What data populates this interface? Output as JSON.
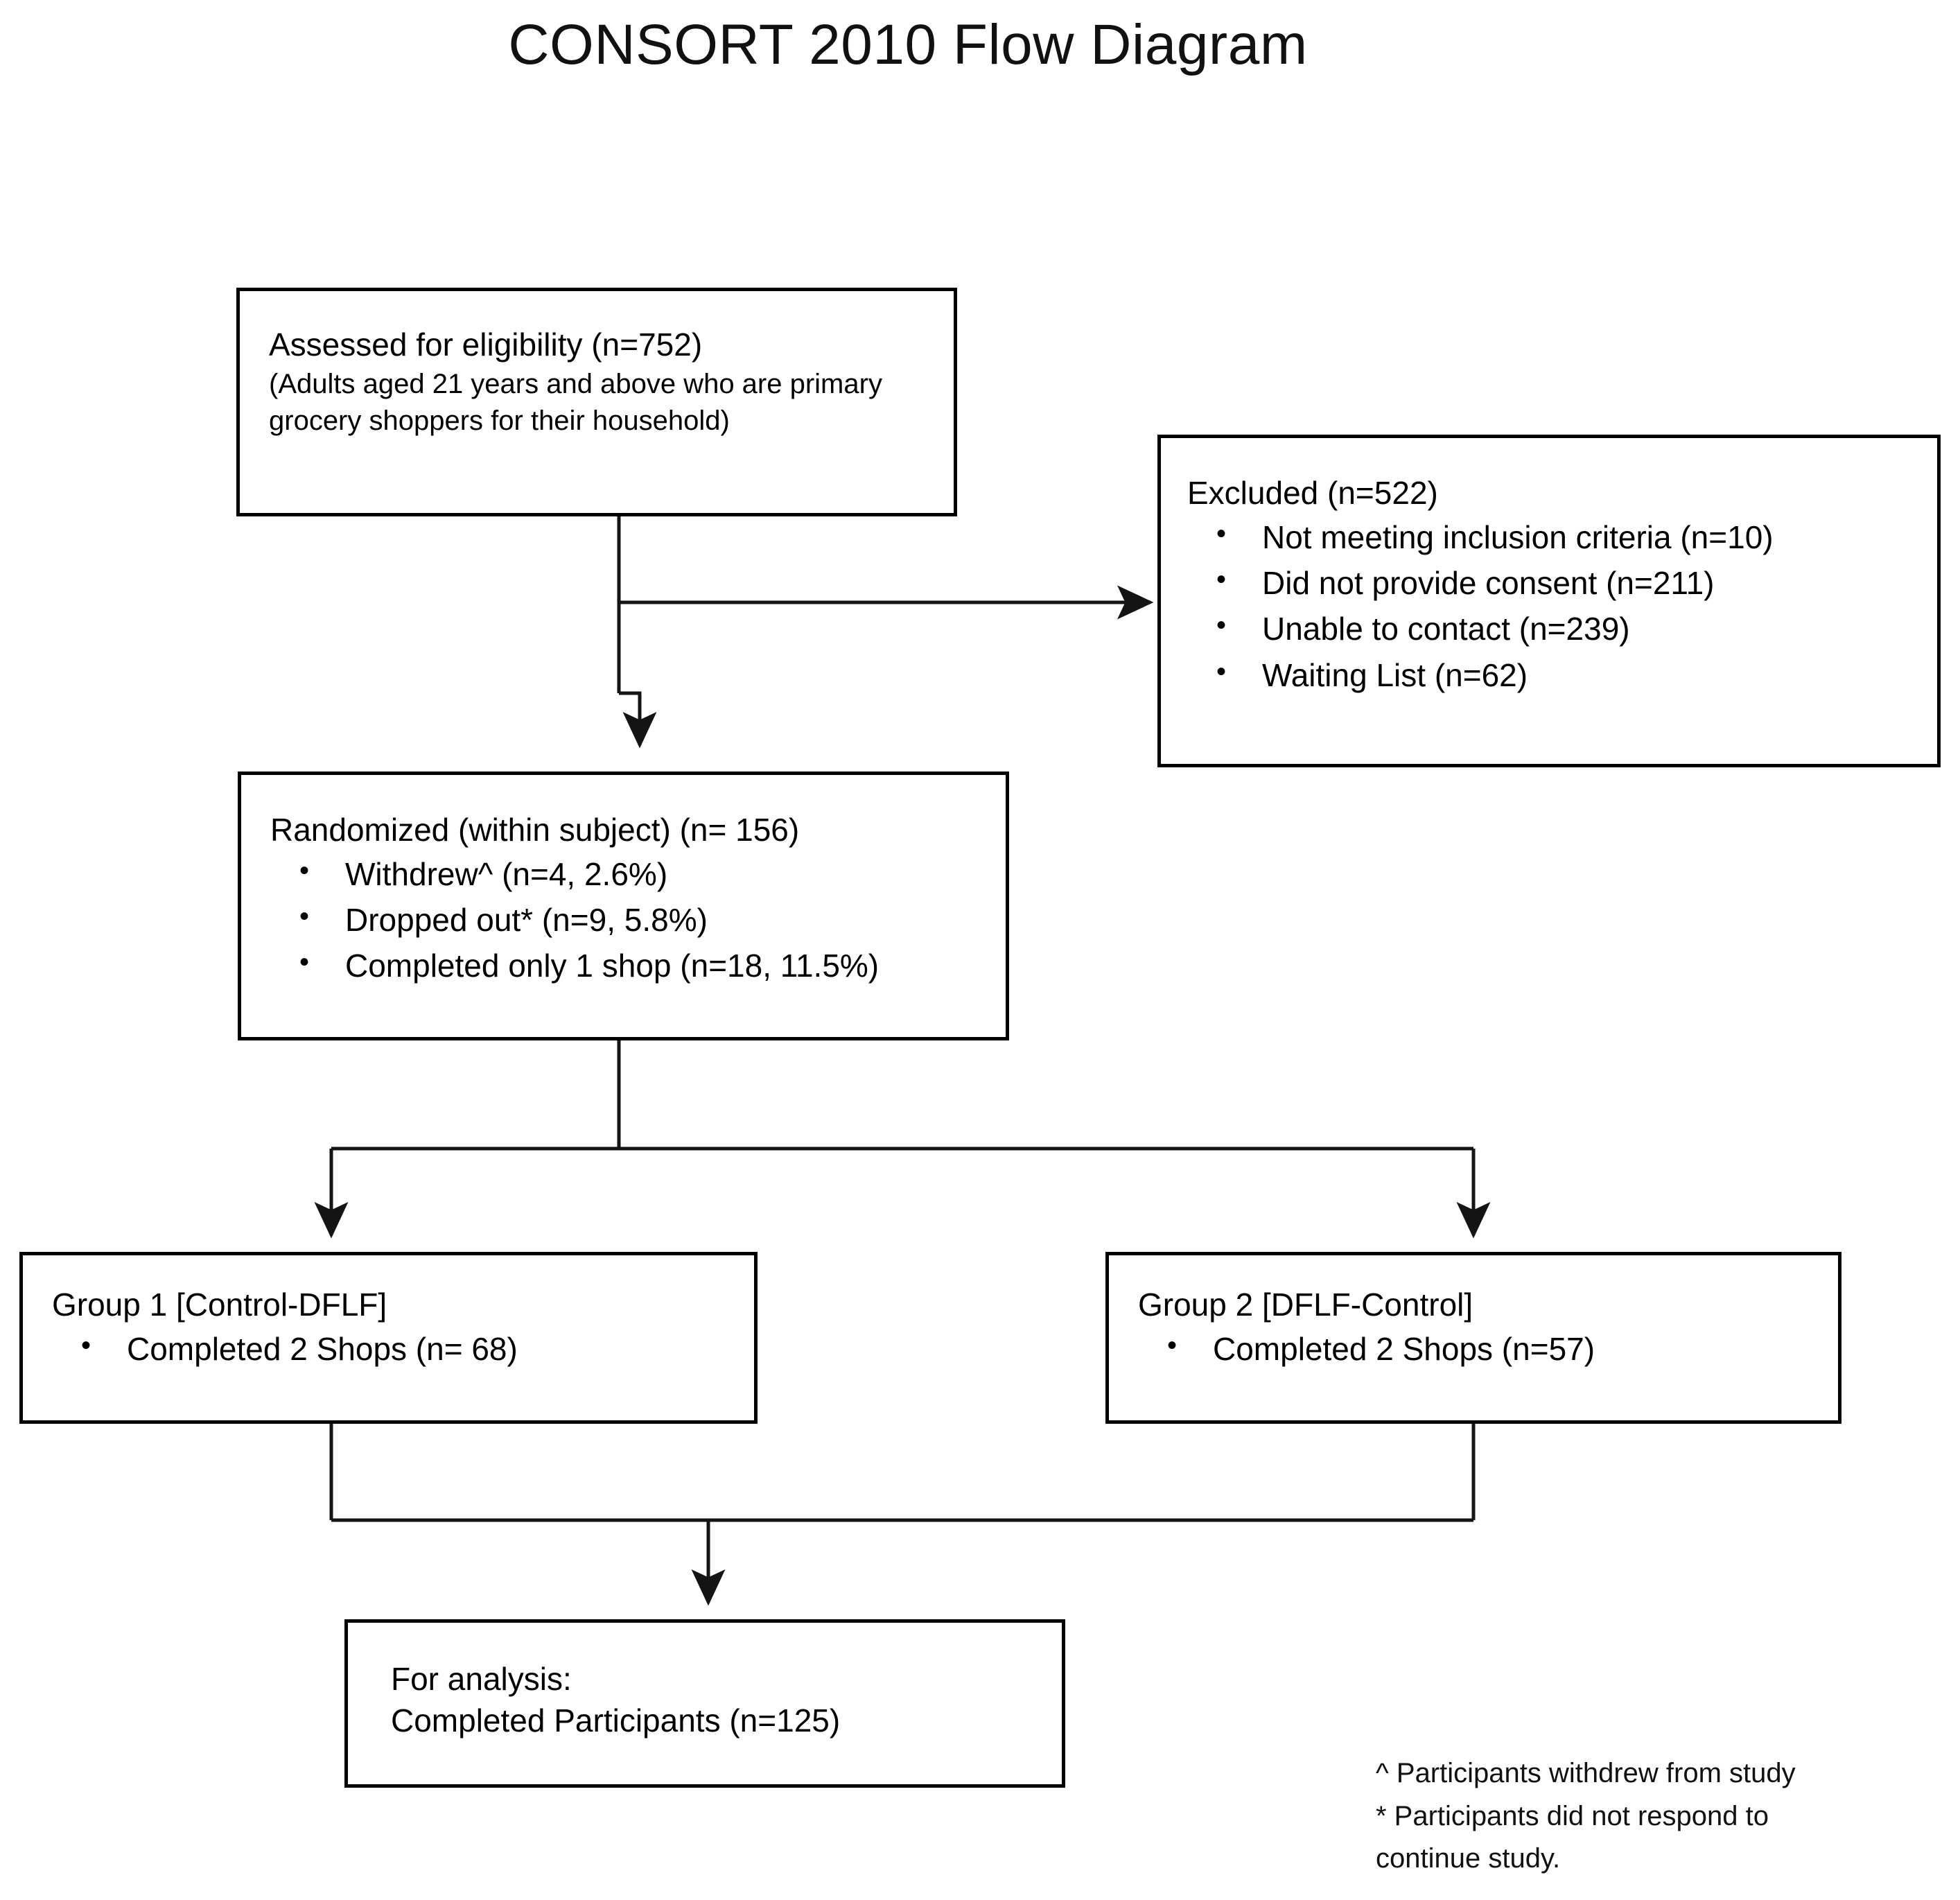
{
  "title": "CONSORT 2010 Flow Diagram",
  "diagram": {
    "type": "flowchart",
    "nodes": {
      "eligibility": {
        "heading": "Assessed for eligibility (n=752)",
        "detail_line1": "(Adults aged 21 years and above who are primary",
        "detail_line2": "grocery shoppers for their household)"
      },
      "excluded": {
        "heading": "Excluded (n=522)",
        "bullet_char": "•",
        "items": [
          "Not meeting inclusion criteria (n=10)",
          "Did not provide consent (n=211)",
          "Unable to contact (n=239)",
          "Waiting List (n=62)"
        ]
      },
      "randomized": {
        "heading": "Randomized (within subject) (n= 156)",
        "bullet_char": "•",
        "items": [
          "Withdrew^ (n=4, 2.6%)",
          "Dropped out* (n=9, 5.8%)",
          "Completed only 1 shop (n=18, 11.5%)"
        ]
      },
      "group1": {
        "heading": "Group 1 [Control-DFLF]",
        "bullet_char": "•",
        "items": [
          "Completed 2 Shops (n= 68)"
        ]
      },
      "group2": {
        "heading": "Group 2 [DFLF-Control]",
        "bullet_char": "•",
        "items": [
          "Completed 2 Shops (n=57)"
        ]
      },
      "analysis": {
        "line1": "For analysis:",
        "line2": "Completed Participants (n=125)"
      }
    },
    "footnotes": {
      "line1": "^ Participants withdrew from study",
      "line2": "* Participants did not respond to",
      "line3": "continue study."
    },
    "counts": {
      "assessed": 752,
      "excluded_total": 522,
      "excluded_not_meeting_inclusion": 10,
      "excluded_no_consent": 211,
      "excluded_unable_to_contact": 239,
      "excluded_waiting_list": 62,
      "randomized": 156,
      "withdrew": 4,
      "withdrew_pct": "2.6%",
      "dropped_out": 9,
      "dropped_out_pct": "5.8%",
      "completed_only_1_shop": 18,
      "completed_only_1_shop_pct": "11.5%",
      "group1_completed_2_shops": 68,
      "group2_completed_2_shops": 57,
      "analyzed_completed_participants": 125
    },
    "colors": {
      "border": "#000000",
      "connector": "#1a1a1a",
      "background": "#ffffff",
      "text": "#111111"
    }
  }
}
